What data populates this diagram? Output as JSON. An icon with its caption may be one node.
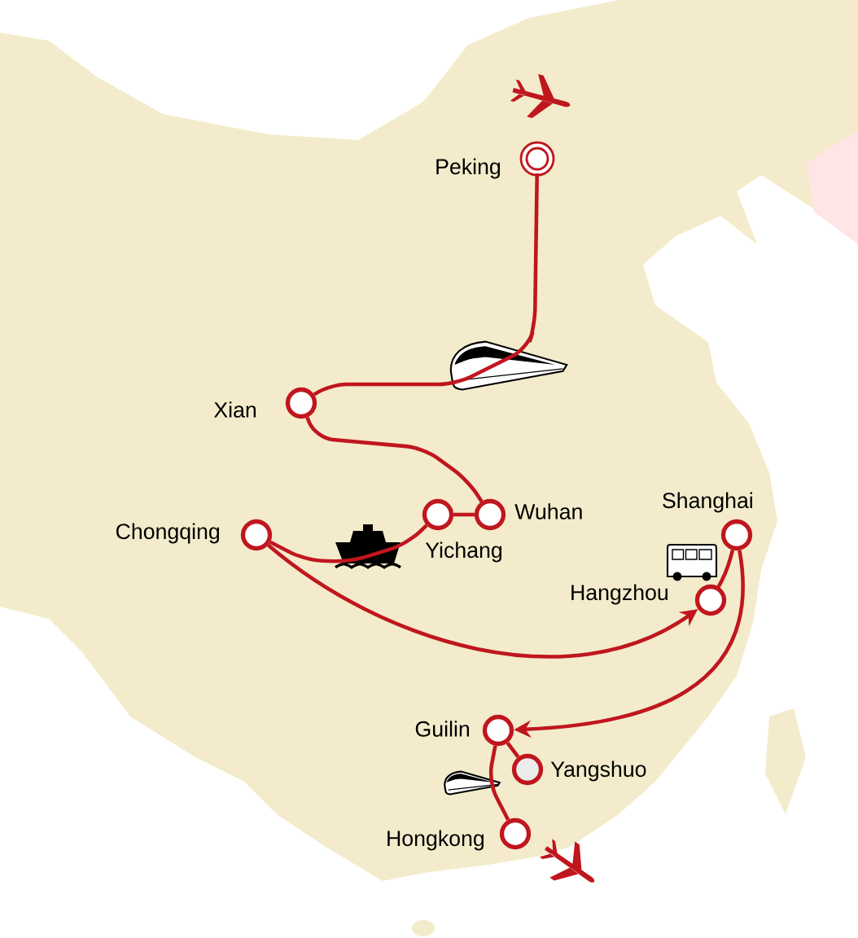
{
  "diagram": {
    "nodes": [
      {
        "text": [
          "Peking"
        ]
      },
      {
        "text": [
          "Xian"
        ]
      },
      {
        "text": [
          "Wuhan"
        ]
      },
      {
        "text": [
          "Yichang"
        ]
      },
      {
        "text": [
          "Chongqing"
        ]
      },
      {
        "text": [
          "Shanghai"
        ]
      },
      {
        "text": [
          "Hangzhou"
        ]
      },
      {
        "text": [
          "Guilin"
        ]
      },
      {
        "text": [
          "Yangshuo"
        ]
      },
      {
        "text": [
          "Hongkong"
        ]
      }
    ],
    "edges": [
      {
        "from": 0,
        "to": 1,
        "arrow": "none"
      },
      {
        "from": 1,
        "to": 2,
        "arrow": "none"
      },
      {
        "from": 2,
        "to": 3,
        "arrow": "none"
      },
      {
        "from": 3,
        "to": 4,
        "arrow": "none"
      },
      {
        "from": 4,
        "to": 6,
        "arrow": "to"
      },
      {
        "from": 6,
        "to": 5,
        "arrow": "none"
      },
      {
        "from": 5,
        "to": 7,
        "arrow": "to"
      },
      {
        "from": 7,
        "to": 8,
        "arrow": "none"
      },
      {
        "from": 7,
        "to": 9,
        "arrow": "none"
      }
    ]
  }
}
